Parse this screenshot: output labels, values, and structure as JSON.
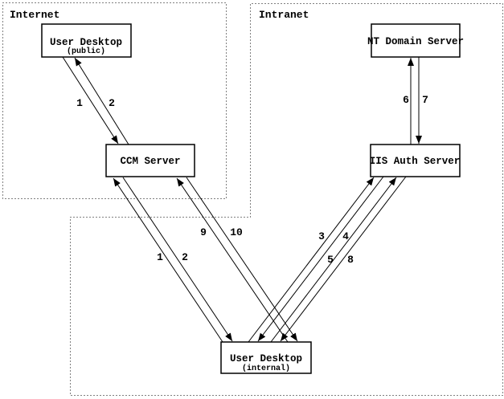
{
  "diagram": {
    "regions": {
      "internet": {
        "label": "Internet"
      },
      "intranet": {
        "label": "Intranet"
      }
    },
    "nodes": {
      "user_desktop_public": {
        "title": "User Desktop",
        "subtitle": "(public)"
      },
      "ccm_server": {
        "title": "CCM Server"
      },
      "nt_domain_server": {
        "title": "NT Domain Server"
      },
      "iis_auth_server": {
        "title": "IIS Auth Server"
      },
      "user_desktop_internal": {
        "title": "User Desktop",
        "subtitle": "(internal)"
      }
    },
    "edge_labels": {
      "public_request": "1",
      "public_response": "2",
      "internal_request": "1",
      "internal_response": "2",
      "step3": "3",
      "step4": "4",
      "step5": "5",
      "step6": "6",
      "step7": "7",
      "step8": "8",
      "step9": "9",
      "step10": "10"
    },
    "colors": {
      "line": "#000000",
      "background": "#ffffff"
    }
  }
}
